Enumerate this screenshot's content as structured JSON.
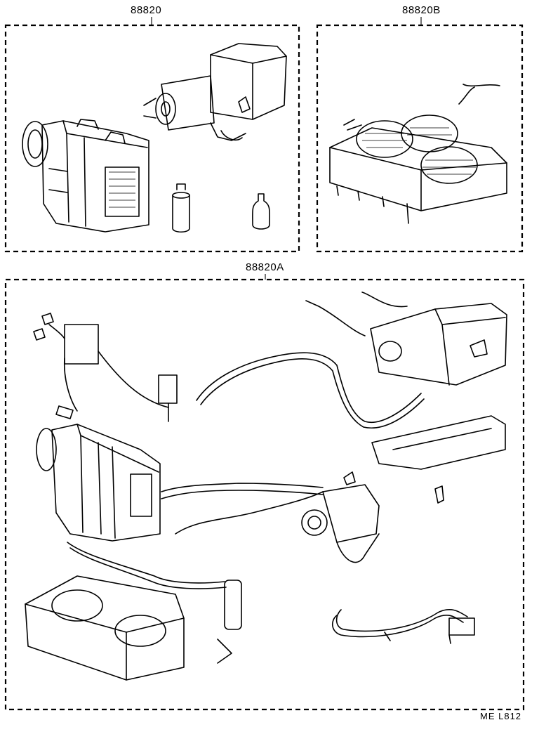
{
  "groups": [
    {
      "part_number": "88820"
    },
    {
      "part_number": "88820B"
    },
    {
      "part_number": "88820A"
    }
  ],
  "footer": {
    "code": "ME  L812"
  }
}
